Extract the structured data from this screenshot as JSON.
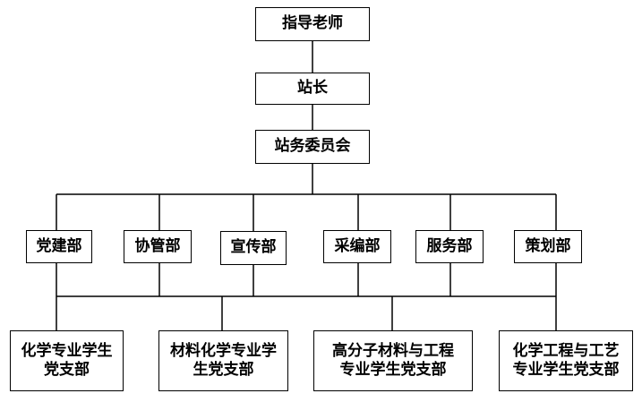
{
  "colors": {
    "line": "#000000",
    "box_border": "#000000",
    "text": "#000000",
    "background": "#ffffff"
  },
  "top": {
    "advisor": "指导老师",
    "head": "站长",
    "committee": "站务委员会"
  },
  "departments": [
    "党建部",
    "协管部",
    "宣传部",
    "采编部",
    "服务部",
    "策划部"
  ],
  "branches": [
    {
      "line1": "化学专业学生",
      "line2": "党支部"
    },
    {
      "line1": "材料化学专业学",
      "line2": "生党支部"
    },
    {
      "line1": "高分子材料与工程",
      "line2": "专业学生党支部"
    },
    {
      "line1": "化学工程与工艺",
      "line2": "专业学生党支部"
    }
  ]
}
